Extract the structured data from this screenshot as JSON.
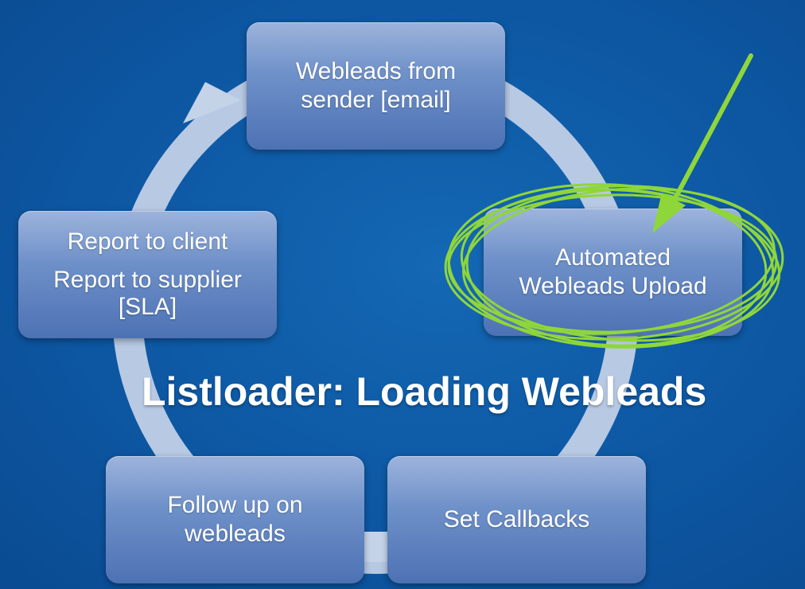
{
  "diagram": {
    "title": "Listloader: Loading Webleads",
    "nodes": [
      {
        "lines": [
          "Webleads from",
          "sender [email]"
        ]
      },
      {
        "lines": [
          "Automated",
          "Webleads Upload"
        ]
      },
      {
        "lines": [
          "Set Callbacks"
        ]
      },
      {
        "lines": [
          "Follow up on",
          "webleads"
        ]
      },
      {
        "lines": [
          "Report to client",
          "Report to supplier",
          "[SLA]"
        ]
      }
    ],
    "highlight": {
      "target": "Automated Webleads Upload",
      "color": "#8fd63a"
    },
    "colors": {
      "background": "#0e5aa6",
      "node_fill": "#6f91c9",
      "cycle_ring": "#c5d3e8",
      "title_text": "#ffffff",
      "annotation": "#8fd63a"
    }
  }
}
